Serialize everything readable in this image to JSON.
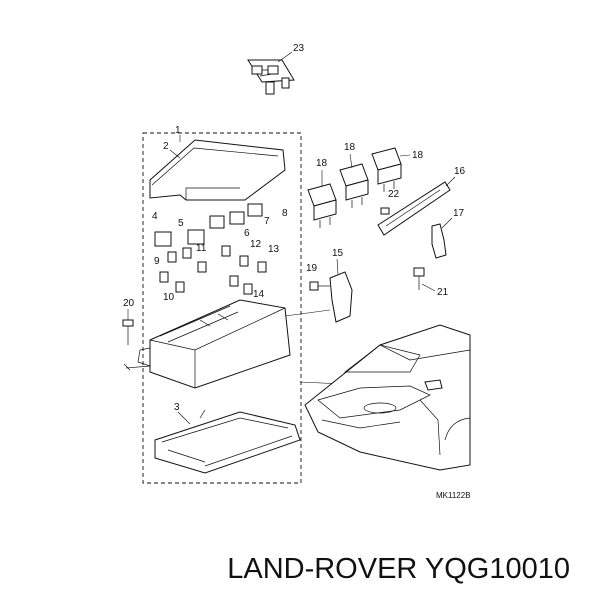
{
  "caption": "LAND-ROVER YQG10010",
  "reference_code": "MK1122B",
  "callouts": {
    "c1": "1",
    "c2": "2",
    "c3": "3",
    "c4": "4",
    "c5": "5",
    "c6": "6",
    "c7": "7",
    "c8": "8",
    "c9": "9",
    "c10": "10",
    "c11": "11",
    "c12": "12",
    "c13": "13",
    "c14": "14",
    "c15": "15",
    "c16": "16",
    "c17": "17",
    "c18a": "18",
    "c18b": "18",
    "c18c": "18",
    "c19": "19",
    "c20": "20",
    "c21": "21",
    "c22": "22",
    "c23": "23"
  },
  "icons": {
    "fuse_box": "fuse-box-assembly",
    "cover": "fuse-box-cover",
    "base": "fuse-box-base-tray",
    "relays": "relay",
    "car": "car-front-view"
  }
}
